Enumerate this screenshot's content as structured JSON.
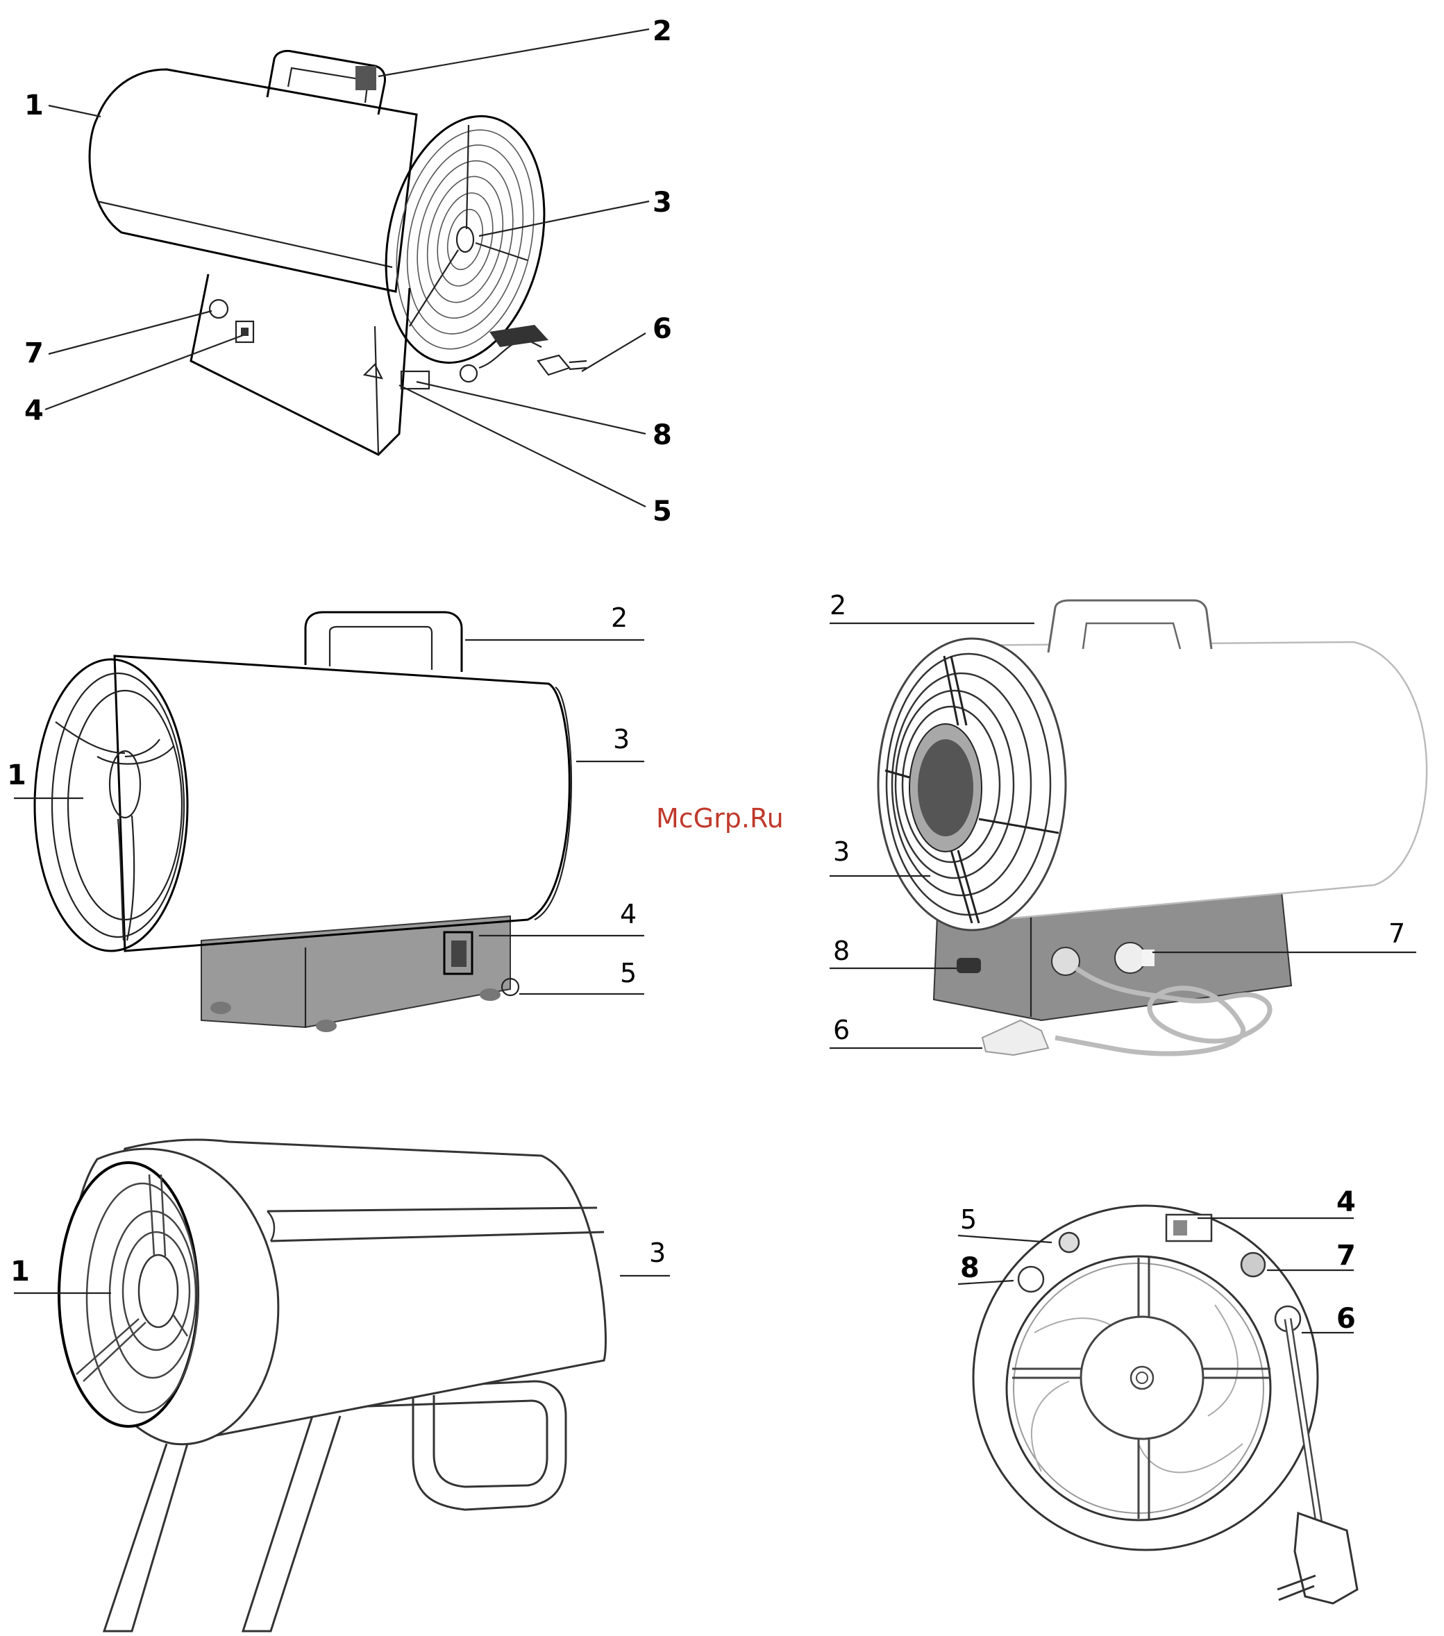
{
  "watermark": {
    "text": "McGrp.Ru",
    "color": "#c0392b"
  },
  "figures": [
    {
      "id": "fig1",
      "labels": [
        "1",
        "2",
        "3",
        "6",
        "7",
        "4",
        "8",
        "5"
      ]
    },
    {
      "id": "fig2",
      "labels": [
        "2",
        "3",
        "1",
        "4",
        "5"
      ]
    },
    {
      "id": "fig3",
      "labels": [
        "2",
        "3",
        "8",
        "7",
        "6"
      ]
    },
    {
      "id": "fig4",
      "labels": [
        "1",
        "3"
      ]
    },
    {
      "id": "fig5",
      "labels": [
        "5",
        "4",
        "8",
        "7",
        "6"
      ]
    }
  ]
}
